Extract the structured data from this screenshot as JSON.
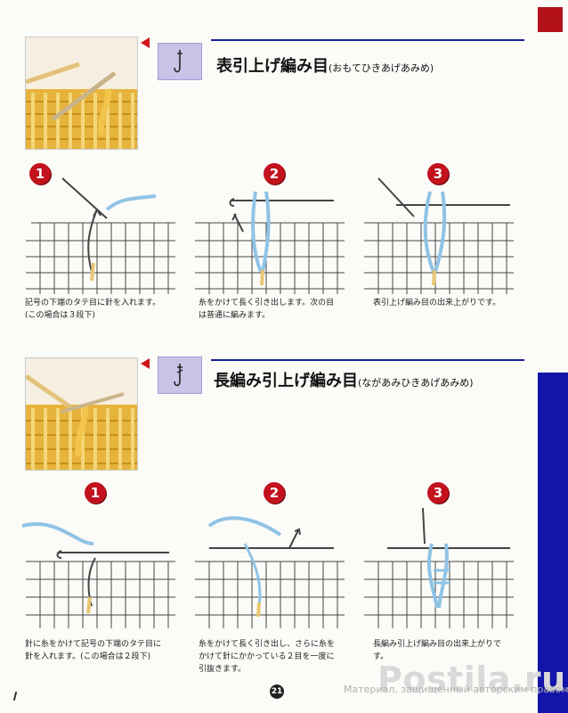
{
  "sections": [
    {
      "title": "表引上げ編み目",
      "reading": "(おもてひきあげあみめ)",
      "symbol_icon": "front-post-stitch-symbol",
      "steps": [
        {
          "num": "1",
          "caption": "記号の下端のタテ目に針を入れます。\n(この場合は３段下)"
        },
        {
          "num": "2",
          "caption": "糸をかけて長く引き出します。次の目\nは普通に編みます。"
        },
        {
          "num": "3",
          "caption": "表引上げ編み目の出来上がりです。"
        }
      ]
    },
    {
      "title": "長編み引上げ編み目",
      "reading": "(ながあみひきあげあみめ)",
      "symbol_icon": "double-post-stitch-symbol",
      "steps": [
        {
          "num": "1",
          "caption": "針に糸をかけて記号の下端のタテ目に\n針を入れます。(この場合は２段下)"
        },
        {
          "num": "2",
          "caption": "糸をかけて長く引き出し、さらに糸を\nかけて針にかかっている２目を一度に\n引抜きます。"
        },
        {
          "num": "3",
          "caption": "長編み引上げ編み目の出来上がりで\nす。"
        }
      ]
    }
  ],
  "page_number": "21",
  "watermark_small": "Материал, защищенный авторским правом",
  "watermark_large": "Postila.ru",
  "colors": {
    "accent_red": "#b3121b",
    "accent_blue": "#1414a8",
    "yarn_blue": "#8fc3e6",
    "yarn_yellow": "#e8b93c"
  }
}
